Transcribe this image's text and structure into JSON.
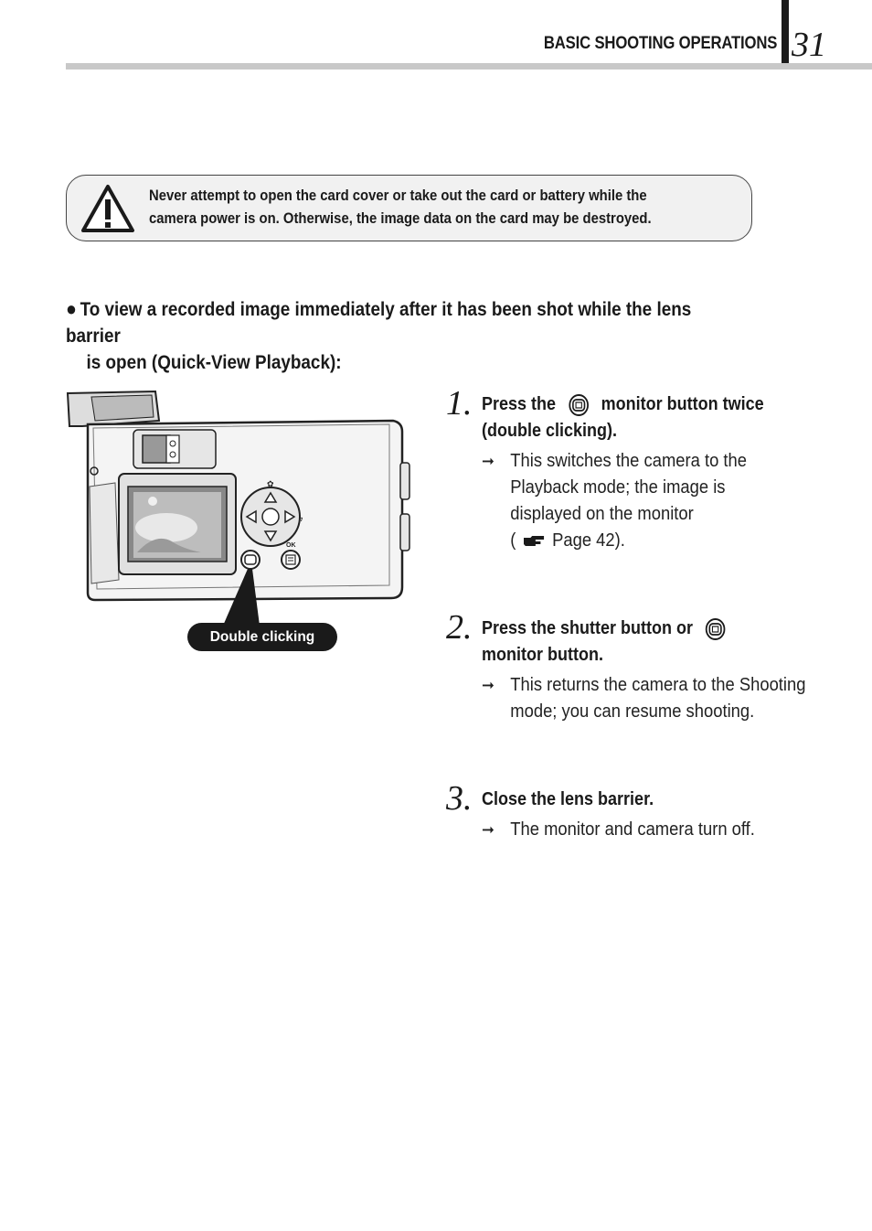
{
  "header": {
    "section_title": "BASIC SHOOTING OPERATIONS",
    "page_number": "31"
  },
  "warning": {
    "icon": "warning-triangle-icon",
    "line1": "Never attempt to open the card cover or take out the card or battery while the",
    "line2": "camera power is on. Otherwise, the image data on the card may be destroyed."
  },
  "section": {
    "bullet": "●",
    "heading_line1": "To view a recorded image immediately after it has been shot while the lens barrier",
    "heading_line2": "is open (Quick-View Playback):"
  },
  "figure": {
    "callout": "Double clicking",
    "ok_label": "OK"
  },
  "steps": [
    {
      "number": "1.",
      "title_before_icon": "Press the",
      "title_after_icon": "monitor button twice",
      "title_line2": "(double clicking).",
      "arrow": "➞",
      "desc_lines": [
        "This switches the camera to the",
        "Playback mode; the image is",
        "displayed on the monitor"
      ],
      "desc_ref_open": "(",
      "desc_ref_icon": "pointing-hand-icon",
      "desc_ref_text": "Page 42)."
    },
    {
      "number": "2.",
      "title_before_icon": "Press the shutter button or",
      "title_line2": "monitor button.",
      "arrow": "➞",
      "desc_lines": [
        "This returns the camera to the Shooting",
        "mode; you can resume shooting."
      ]
    },
    {
      "number": "3.",
      "title": "Close the lens barrier.",
      "arrow": "➞",
      "desc_lines": [
        "The monitor and camera turn off."
      ]
    }
  ]
}
